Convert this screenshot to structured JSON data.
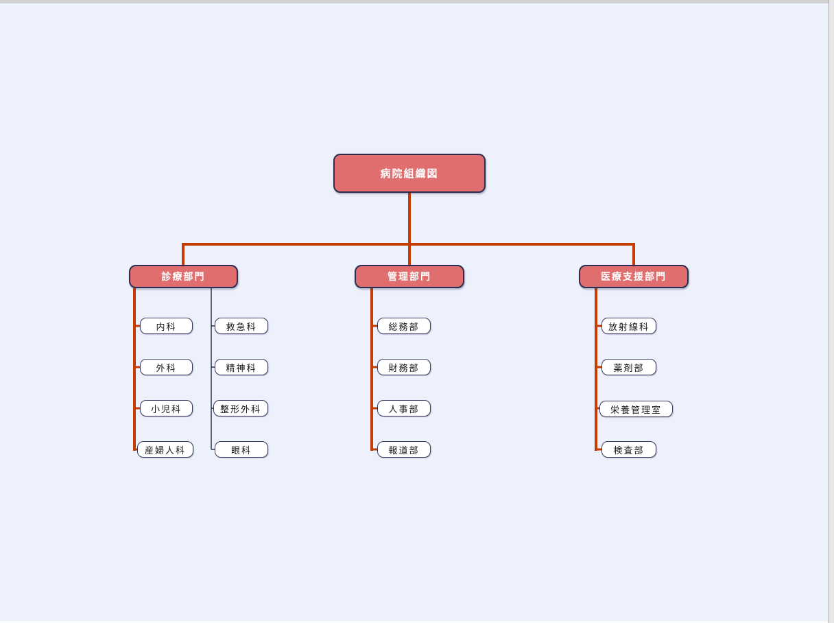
{
  "window": {
    "top_strip_color": "#D2D2D2",
    "scrollbar_track_color": "#E8E8E8",
    "background_color": "#EDF1FB"
  },
  "colors": {
    "dept_fill": "#E06E6E",
    "dept_border": "#2D2D52",
    "dept_text": "#FFFFFF",
    "leaf_fill": "#FFFFFF",
    "leaf_border": "#39395E",
    "leaf_text": "#151515",
    "connector_primary": "#C43C00",
    "connector_secondary": "#2F2F4F"
  },
  "org": {
    "root": {
      "label": "病院組織図"
    },
    "branches": [
      {
        "label": "診療部門",
        "columns": [
          {
            "items": [
              {
                "label": "内科"
              },
              {
                "label": "外科"
              },
              {
                "label": "小児科"
              },
              {
                "label": "産婦人科"
              }
            ]
          },
          {
            "items": [
              {
                "label": "救急科"
              },
              {
                "label": "精神科"
              },
              {
                "label": "整形外科"
              },
              {
                "label": "眼科"
              }
            ]
          }
        ]
      },
      {
        "label": "管理部門",
        "columns": [
          {
            "items": [
              {
                "label": "総務部"
              },
              {
                "label": "財務部"
              },
              {
                "label": "人事部"
              },
              {
                "label": "報道部"
              }
            ]
          }
        ]
      },
      {
        "label": "医療支援部門",
        "columns": [
          {
            "items": [
              {
                "label": "放射線科"
              },
              {
                "label": "薬剤部"
              },
              {
                "label": "栄養管理室"
              },
              {
                "label": "検査部"
              }
            ]
          }
        ]
      }
    ]
  }
}
